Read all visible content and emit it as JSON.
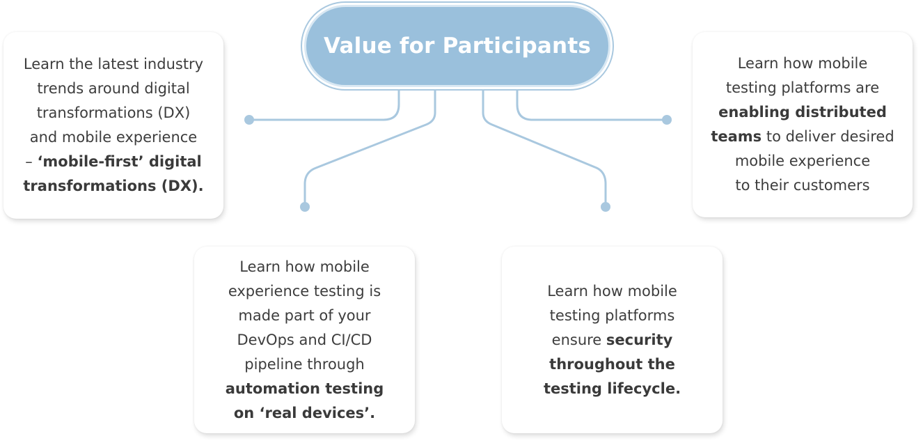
{
  "hub": {
    "title": "Value for Participants"
  },
  "colors": {
    "hub_fill": "#9ac0dc",
    "hub_outline": "#a9c8df",
    "connector": "#a9c8df",
    "text": "#3d3d3d"
  },
  "cards": {
    "top_left": {
      "lines": [
        [
          {
            "text": "Learn the latest industry",
            "bold": false
          }
        ],
        [
          {
            "text": "trends around digital",
            "bold": false
          }
        ],
        [
          {
            "text": "transformations (DX)",
            "bold": false
          }
        ],
        [
          {
            "text": "and mobile experience",
            "bold": false
          }
        ],
        [
          {
            "text": "– ",
            "bold": false
          },
          {
            "text": "‘mobile-first’ digital",
            "bold": true
          }
        ],
        [
          {
            "text": "transformations (DX).",
            "bold": true
          }
        ]
      ]
    },
    "top_right": {
      "lines": [
        [
          {
            "text": "Learn how mobile",
            "bold": false
          }
        ],
        [
          {
            "text": "testing platforms are",
            "bold": false
          }
        ],
        [
          {
            "text": "enabling distributed",
            "bold": true
          }
        ],
        [
          {
            "text": "teams",
            "bold": true
          },
          {
            "text": " to deliver desired",
            "bold": false
          }
        ],
        [
          {
            "text": "mobile experience",
            "bold": false
          }
        ],
        [
          {
            "text": "to their customers",
            "bold": false
          }
        ]
      ]
    },
    "bottom_left": {
      "lines": [
        [
          {
            "text": "Learn how mobile",
            "bold": false
          }
        ],
        [
          {
            "text": "experience testing is",
            "bold": false
          }
        ],
        [
          {
            "text": "made part of your",
            "bold": false
          }
        ],
        [
          {
            "text": "DevOps and CI/CD",
            "bold": false
          }
        ],
        [
          {
            "text": "pipeline through",
            "bold": false
          }
        ],
        [
          {
            "text": "automation testing",
            "bold": true
          }
        ],
        [
          {
            "text": "on ‘real devices’.",
            "bold": true
          }
        ]
      ]
    },
    "bottom_right": {
      "lines": [
        [
          {
            "text": "Learn how mobile",
            "bold": false
          }
        ],
        [
          {
            "text": "testing platforms",
            "bold": false
          }
        ],
        [
          {
            "text": "ensure ",
            "bold": false
          },
          {
            "text": "security",
            "bold": true
          }
        ],
        [
          {
            "text": "throughout the",
            "bold": true
          }
        ],
        [
          {
            "text": "testing lifecycle.",
            "bold": true
          }
        ]
      ]
    }
  }
}
